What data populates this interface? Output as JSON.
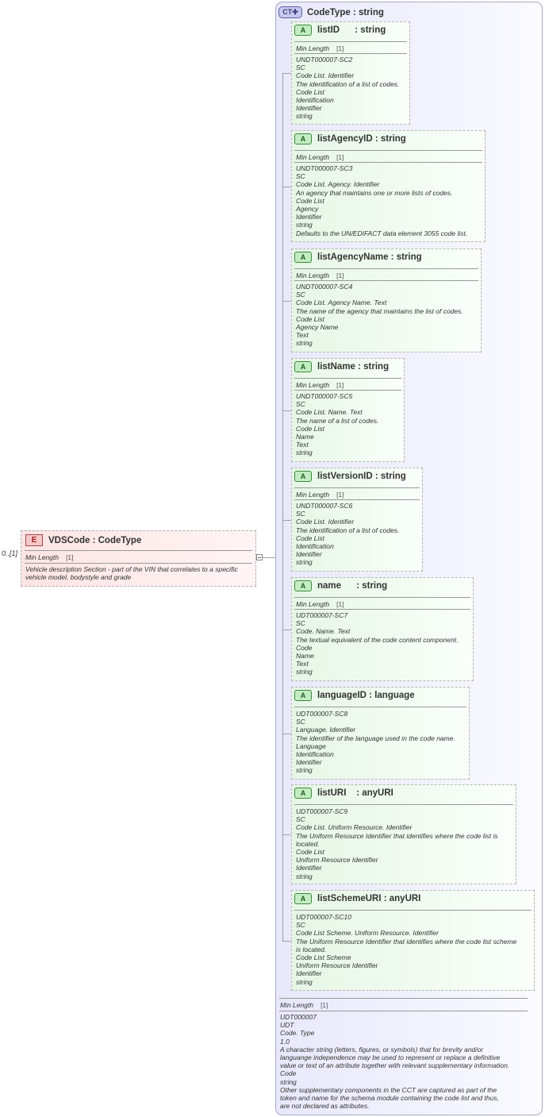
{
  "element": {
    "cardinality": "0..[1]",
    "badge": "E",
    "title": "VDSCode : CodeType",
    "facet_label": "Min Length",
    "facet_value": "[1]",
    "doc": [
      "Vehicle description Section - part of the VIN that correlates to a specific",
      "vehicle model, bodystyle and grade"
    ]
  },
  "complex_type": {
    "badge": "CT",
    "title": "CodeType : string",
    "facet_label": "Min Length",
    "facet_value": "[1]",
    "doc": [
      "UDT000007",
      "UDT",
      "Code. Type",
      "1.0",
      "A character string (letters, figures, or symbols) that for brevity and/or",
      "languange independence may be used to represent or replace a definitive",
      "value or text of an attribute together with relevant supplementary information.",
      "Code",
      "string",
      "Other supplementary components in the CCT are captured as part of the",
      "token and name for the schema module containing the code list and thus,",
      "are not declared as attributes."
    ]
  },
  "attributes": [
    {
      "badge": "A",
      "title": "listID      : string",
      "facet_label": "Min Length",
      "facet_value": "[1]",
      "doc": [
        "UNDT000007-SC2",
        "SC",
        "Code List. Identifier",
        "The identification of a list of codes.",
        "Code List",
        "Identification",
        "Identifier",
        "string"
      ]
    },
    {
      "badge": "A",
      "title": "listAgencyID : string",
      "facet_label": "Min Length",
      "facet_value": "[1]",
      "doc": [
        "UNDT000007-SC3",
        "SC",
        "Code List. Agency. Identifier",
        "An agency that maintains one or more lists of codes.",
        "Code List",
        "Agency",
        "Identifier",
        "string",
        "Defaults to the UN/EDIFACT data element 3055 code list."
      ]
    },
    {
      "badge": "A",
      "title": "listAgencyName : string",
      "facet_label": "Min Length",
      "facet_value": "[1]",
      "doc": [
        "UNDT000007-SC4",
        "SC",
        "Code List. Agency Name. Text",
        "The name of the agency that maintains the list of codes.",
        "Code List",
        "Agency Name",
        "Text",
        "string"
      ]
    },
    {
      "badge": "A",
      "title": "listName : string",
      "facet_label": "Min Length",
      "facet_value": "[1]",
      "doc": [
        "UNDT000007-SC5",
        "SC",
        "Code List. Name. Text",
        "The name of a list of codes.",
        "Code List",
        "Name",
        "Text",
        "string"
      ]
    },
    {
      "badge": "A",
      "title": "listVersionID : string",
      "facet_label": "Min Length",
      "facet_value": "[1]",
      "doc": [
        "UNDT000007-SC6",
        "SC",
        "Code List. Identifier",
        "The identification of a list of codes.",
        "Code List",
        "Identification",
        "Identifier",
        "string"
      ]
    },
    {
      "badge": "A",
      "title": "name      : string",
      "facet_label": "Min Length",
      "facet_value": "[1]",
      "doc": [
        "UDT000007-SC7",
        "SC",
        "Code. Name. Text",
        "The textual equivalent of the code content component.",
        "Code",
        "Name",
        "Text",
        "string"
      ]
    },
    {
      "badge": "A",
      "title": "languageID : language",
      "doc": [
        "UDT000007-SC8",
        "SC",
        "Language. Identifier",
        "The identifier of the language used in the code name.",
        "Language",
        "Identification",
        "Identifier",
        "string"
      ]
    },
    {
      "badge": "A",
      "title": "listURI    : anyURI",
      "doc": [
        "UDT000007-SC9",
        "SC",
        "Code List. Uniform Resource. Identifier",
        "The Uniform Resource Identifier that identifies where the code list is",
        "located.",
        "Code List",
        "Uniform Resource Identifier",
        "Identifier",
        "string"
      ]
    },
    {
      "badge": "A",
      "title": "listSchemeURI : anyURI",
      "doc": [
        "UDT000007-SC10",
        "SC",
        "Code List Scheme. Uniform Resource. Identifier",
        "The Uniform Resource Identifier that identifies where the code list scheme",
        "is located.",
        "Code List Scheme",
        "Uniform Resource Identifier",
        "Identifier",
        "string"
      ]
    }
  ]
}
